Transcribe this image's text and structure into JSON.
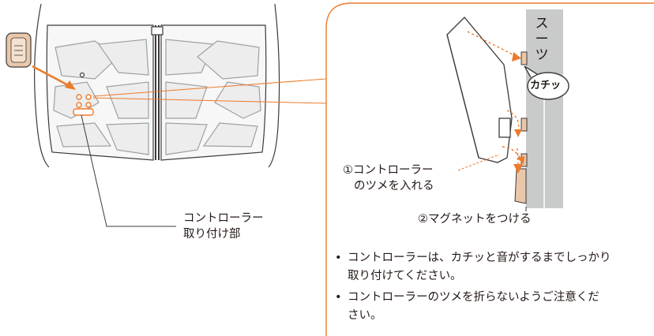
{
  "colors": {
    "accent_orange": "#EE7A2B",
    "belt_outline": "#3E3A39",
    "belt_fill": "#F2F2F2",
    "suit_gray": "#C9CACA",
    "skin_beige": "#E9C7A9"
  },
  "labels": {
    "mount_line1": "コントローラー",
    "mount_line2": "取り付け部",
    "step1_line1": "①コントローラー",
    "step1_line2": "のツメを入れる",
    "step2": "②マグネットをつける",
    "suit": [
      "ス",
      "ー",
      "ツ"
    ],
    "click_sound": "カチッ"
  },
  "notes": [
    {
      "line1": "コントローラーは、カチッと音がするまでしっかり",
      "line2": "取り付けてください。"
    },
    {
      "line1": "コントローラーのツメを折らないようご注意くだ",
      "line2": "さい。"
    }
  ],
  "icons": [
    "controller-icon",
    "belt-icon",
    "suit-fabric-icon",
    "speech-bubble-icon",
    "orange-arrow-icon"
  ]
}
